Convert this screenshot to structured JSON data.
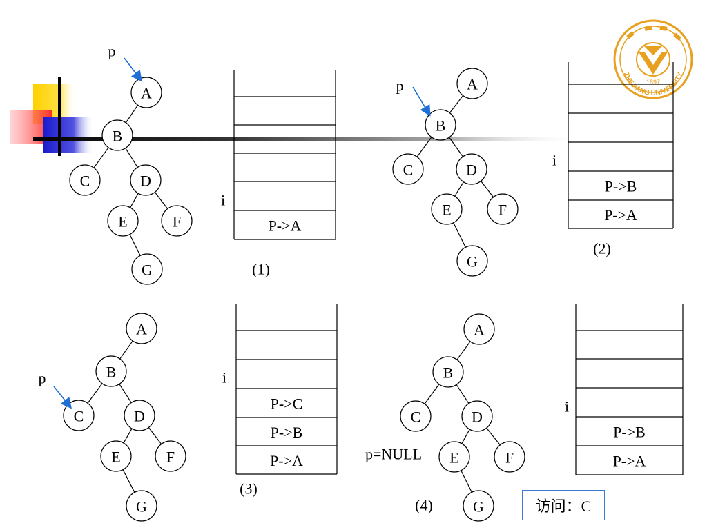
{
  "panels": [
    {
      "id": "1",
      "caption": "(1)",
      "pointer_label": "p",
      "pointer_target": "A",
      "stack_index_label": "i",
      "stack_entries": [
        "P->A"
      ],
      "null_label": ""
    },
    {
      "id": "2",
      "caption": "(2)",
      "pointer_label": "p",
      "pointer_target": "B",
      "stack_index_label": "i",
      "stack_entries": [
        "P->B",
        "P->A"
      ],
      "null_label": ""
    },
    {
      "id": "3",
      "caption": "(3)",
      "pointer_label": "p",
      "pointer_target": "C",
      "stack_index_label": "i",
      "stack_entries": [
        "P->C",
        "P->B",
        "P->A"
      ],
      "null_label": ""
    },
    {
      "id": "4",
      "caption": "(4)",
      "pointer_label": "",
      "pointer_target": "",
      "stack_index_label": "i",
      "stack_entries": [
        "P->B",
        "P->A"
      ],
      "null_label": "p=NULL"
    }
  ],
  "tree": {
    "nodes": [
      "A",
      "B",
      "C",
      "D",
      "E",
      "F",
      "G"
    ],
    "edges": [
      [
        "A",
        "B"
      ],
      [
        "B",
        "C"
      ],
      [
        "B",
        "D"
      ],
      [
        "D",
        "E"
      ],
      [
        "D",
        "F"
      ],
      [
        "E",
        "G"
      ]
    ]
  },
  "visit_box": {
    "text": "访问：C"
  },
  "logo": {
    "name": "zhejiang-university-logo",
    "text": "ZHEJIANG UNIVERSITY",
    "year": "1897",
    "color": "#e8a020"
  },
  "colors": {
    "pointer_arrow": "#1f6fd6",
    "visit_border": "#3b7bd3"
  }
}
